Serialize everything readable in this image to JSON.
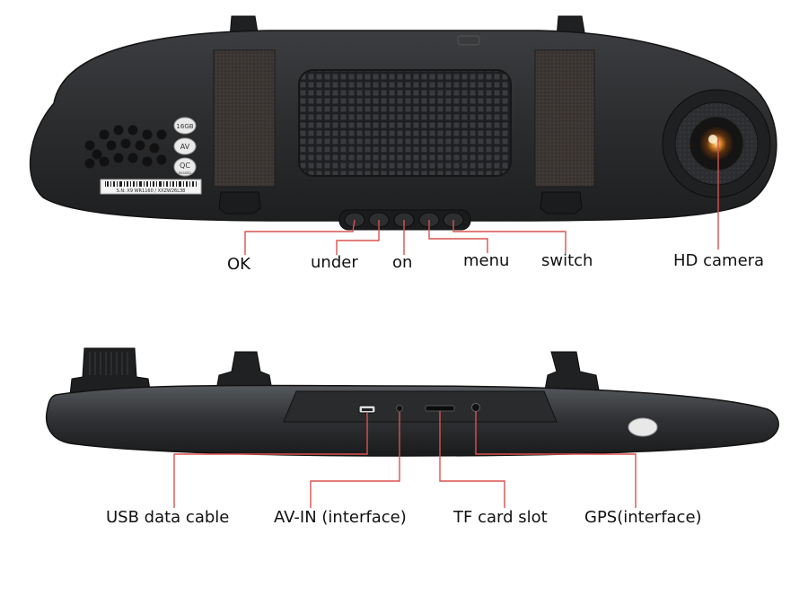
{
  "top_view": {
    "badges": [
      "16GB",
      "AV",
      "QC"
    ],
    "qc_sub": "PASSED",
    "serial": "S.N: X9 WR1160 / XXZW26L38",
    "buttons": [
      {
        "label": "OK"
      },
      {
        "label": "under"
      },
      {
        "label": "on"
      },
      {
        "label": "menu"
      },
      {
        "label": "switch"
      }
    ],
    "camera_label": "HD camera"
  },
  "bottom_view": {
    "ports": [
      {
        "label": "USB data cable"
      },
      {
        "label": "AV-IN (interface)"
      },
      {
        "label": "TF card slot"
      },
      {
        "label": "GPS(interface)"
      }
    ]
  },
  "colors": {
    "callout": "#d9534f",
    "body": "#2a2b2d",
    "pad": "#3a3634",
    "background": "#ffffff"
  }
}
